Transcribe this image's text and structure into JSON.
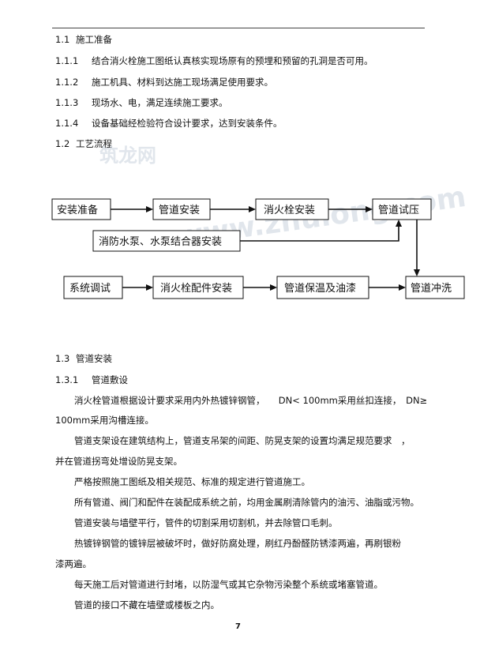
{
  "sections": [
    {
      "num": "1.1",
      "title": "施工准备"
    },
    {
      "num": "1.2",
      "title": "工艺流程"
    },
    {
      "num": "1.3",
      "title": "管道安装"
    }
  ],
  "prep_items": [
    {
      "num": "1.1.1",
      "text": "结合消火栓施工图纸认真核实现场原有的预埋和预留的孔洞是否可用。"
    },
    {
      "num": "1.1.2",
      "text": "施工机具、材料到达施工现场满足使用要求。"
    },
    {
      "num": "1.1.3",
      "text": "现场水、电，满足连续施工要求。"
    },
    {
      "num": "1.1.4",
      "text": "设备基础经检验符合设计要求，达到安装条件。"
    }
  ],
  "flow": {
    "box1": "安装准备",
    "box2": "管道安装",
    "box3": "消火栓安装",
    "box4": "管道试压",
    "box5": "消防水泵、水泵结合器安装",
    "box6": "系统调试",
    "box7": "消火栓配件安装",
    "box8": "管道保温及油漆",
    "box9": "管道冲洗"
  },
  "watermark": {
    "cn": "筑龙网",
    "url": "www.zhulong.com"
  },
  "subsection": {
    "num": "1.3.1",
    "title": "管道敷设"
  },
  "paragraphs": [
    "消火栓管道根据设计要求采用内外热镀锌钢管，　　DN< 100mm采用丝扣连接，　DN≥",
    "100mm采用沟槽连接。",
    "管道支架设在建筑结构上，管道支吊架的间距、防晃支架的设置均满足规范要求　，",
    "并在管道拐弯处增设防晃支架。",
    "严格按照施工图纸及相关规范、标准的规定进行管道施工。",
    "所有管道、阀门和配件在装配成系统之前，均用金属刷清除管内的油污、油脂或污物。",
    "管道安装与墙壁平行，管件的切割采用切割机，并去除管口毛刺。",
    "热镀锌钢管的镀锌层被破坏时，做好防腐处理，刷红丹酚醛防锈漆两遍，再刷银粉",
    "漆两遍。",
    "每天施工后对管道进行封堵，以防湿气或其它杂物污染整个系统或堵塞管道。",
    "管道的接口不藏在墙壁或楼板之内。"
  ],
  "page_number": "7"
}
